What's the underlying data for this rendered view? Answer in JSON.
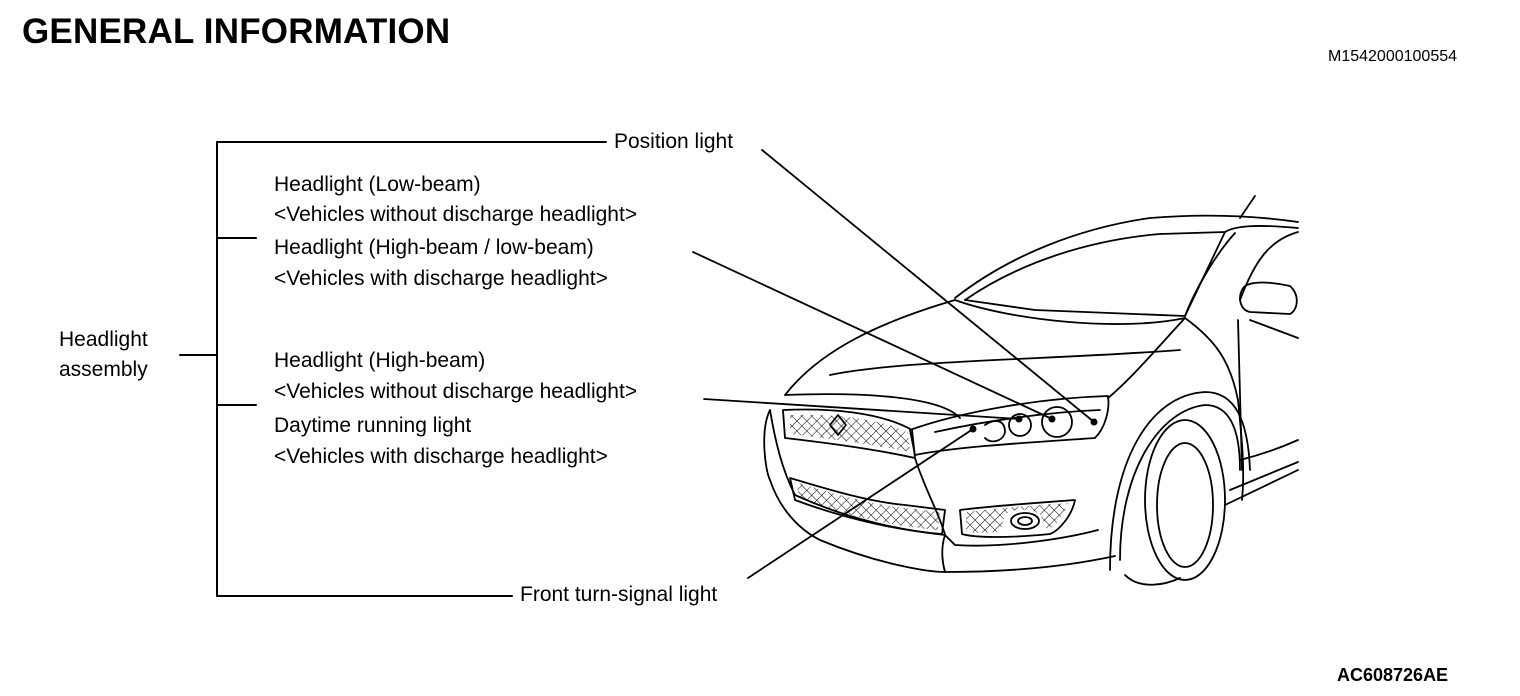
{
  "header": {
    "title": "GENERAL INFORMATION",
    "doc_code": "M1542000100554"
  },
  "labels": {
    "position_light": "Position light",
    "headlight_low": "Headlight (Low-beam)",
    "vehicles_without_discharge_1": "<Vehicles without discharge headlight>",
    "headlight_high_low": "Headlight (High-beam / low-beam)",
    "vehicles_with_discharge_1": "<Vehicles with discharge headlight>",
    "headlight_assembly_line1": "Headlight",
    "headlight_assembly_line2": "assembly",
    "headlight_high": "Headlight (High-beam)",
    "vehicles_without_discharge_2": "<Vehicles without discharge headlight>",
    "daytime_running_light": "Daytime running light",
    "vehicles_with_discharge_2": "<Vehicles with discharge headlight>",
    "front_turn_signal": "Front turn-signal light"
  },
  "footer": {
    "figure_code": "AC608726AE"
  }
}
